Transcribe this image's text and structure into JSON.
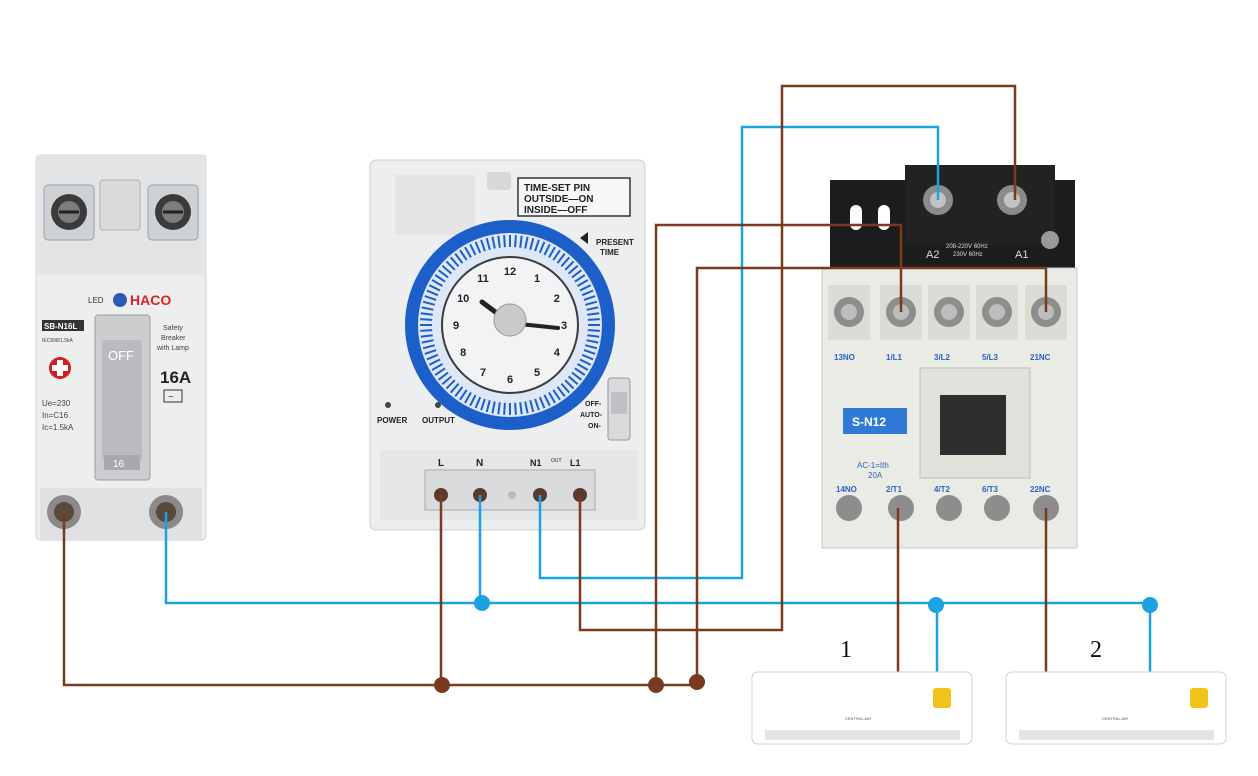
{
  "colors": {
    "live_wire": "#7a3a1f",
    "neutral_wire": "#1aa3e0",
    "device_body": "#e9eaec",
    "timer_dial": "#1d5fc9"
  },
  "breaker": {
    "brand_prefix": "LED",
    "brand": "HACO",
    "model": "SB-N16L",
    "standard": "IEC898/1.5kA",
    "switch_state": "OFF",
    "description_line1": "Safety",
    "description_line2": "Breaker",
    "description_line3": "with Lamp",
    "rating": "16A",
    "ac_symbol": "~",
    "spec_line1": "Ue=230",
    "spec_line2": "In=C16",
    "spec_line3": "Ic=1.5kA",
    "handle_label": "16"
  },
  "timer": {
    "pin_title": "TIME-SET PIN",
    "pin_outside": "OUTSIDE—ON",
    "pin_inside": "INSIDE—OFF",
    "present_time_line1": "PRESENT",
    "present_time_line2": "TIME",
    "hours": [
      "12",
      "1",
      "2",
      "3",
      "4",
      "5",
      "6",
      "7",
      "8",
      "9",
      "10",
      "11"
    ],
    "power_label": "POWER",
    "output_label": "OUTPUT",
    "mode_off": "OFF-",
    "mode_auto": "AUTO-",
    "mode_on": "ON-",
    "terminal_l": "L",
    "terminal_n": "N",
    "terminal_n1": "N1",
    "terminal_out": "OUT",
    "terminal_l1": "L1"
  },
  "contactor": {
    "coil_a2": "A2",
    "coil_a1": "A1",
    "coil_rating": "208-220V 60Hz",
    "coil_rating2": "230V 60Hz",
    "top_labels": [
      "13NO",
      "1/L1",
      "3/L2",
      "5/L3",
      "21NC"
    ],
    "model": "S-N12",
    "rating_line1": "AC-1=Ith",
    "rating_line2": "20A",
    "bottom_labels": [
      "14NO",
      "2/T1",
      "4/T2",
      "6/T3",
      "22NC"
    ]
  },
  "ac_units": [
    {
      "number": "1",
      "brand": "CENTRAL AIR"
    },
    {
      "number": "2",
      "brand": "CENTRAL AIR"
    }
  ]
}
